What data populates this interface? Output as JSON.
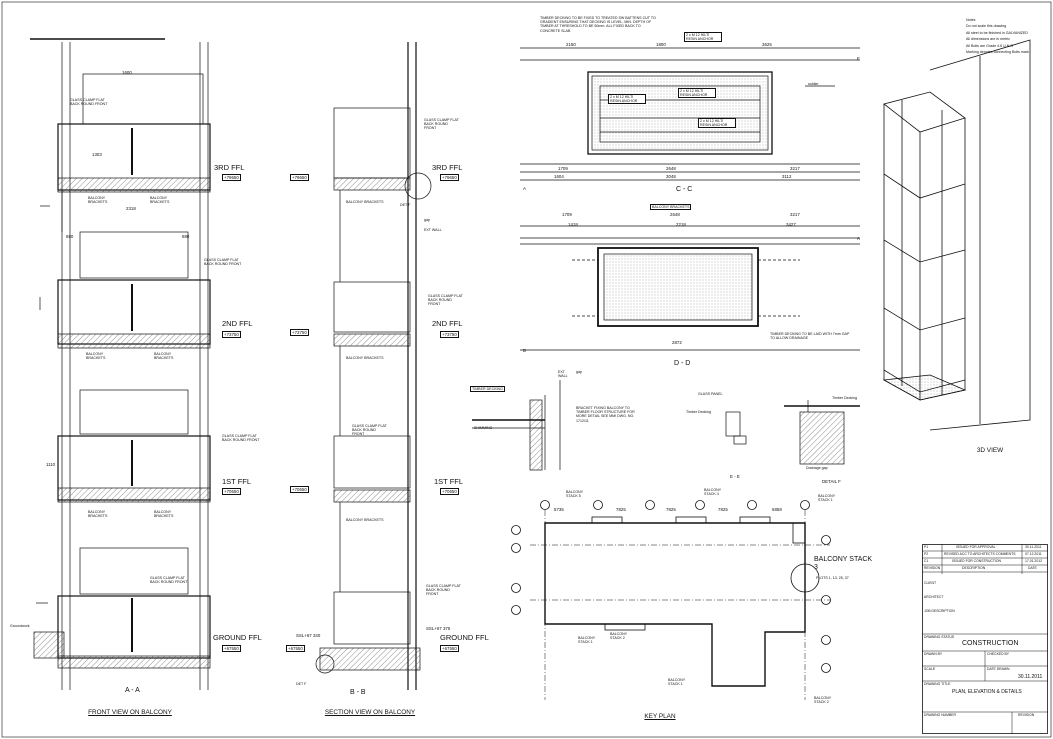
{
  "notes": [
    "Notes",
    "Do not scale this drawing",
    "All steel to be finished in GALVANIZED",
    "All dimensions are in metric",
    "All Bolts are Grade 4.6 U.N.O",
    "Marking denotes connecting Bolts mark"
  ],
  "views": {
    "front": {
      "caption": "FRONT VIEW ON BALCONY",
      "section": "A - A"
    },
    "section": {
      "caption": "SECTION VIEW ON BALCONY",
      "section": "B - B"
    },
    "cc": {
      "section": "C - C"
    },
    "dd": {
      "section": "D - D"
    },
    "ee": {
      "section": "E - E"
    },
    "detail": {
      "label": "DETAIL F"
    },
    "keyplan": {
      "caption": "KEY PLAN"
    },
    "view3d": {
      "caption": "3D VIEW"
    }
  },
  "levels": {
    "third": {
      "label": "3RD FFL",
      "value": "+79650"
    },
    "second": {
      "label": "2ND FFL",
      "value": "+73750"
    },
    "first": {
      "label": "1ST FFL",
      "value": "+70650"
    },
    "ground": {
      "label": "GROUND FFL",
      "value": "+67550"
    }
  },
  "section_levels": {
    "third": "+79650",
    "second": "+73750",
    "first": "+70650",
    "ground": "+67550",
    "ssl_a": "SSL+67 340",
    "ssl_b": "SSL+67 375"
  },
  "callouts": {
    "glass_clamp": "GLASS CLAMP FLAT BACK ROUND FRONT",
    "balcony_brackets": "BALCONY BRACKETS",
    "ext_wall": "EXT WALL",
    "gap": "gap",
    "det_f": "DET F",
    "soldier": "soldier",
    "ground_line": "Groundwork",
    "timber_note": "TIMBER DECKING TO BE FIXED TO TREATED SW BATTENS CUT TO GRADIENT ENSURING THAT DECKING IS LEVEL. MIN. DEPTH OF TIMBER AT THRESHOLD TO BE 50mm. ALL FIXED BACK TO CONCRETE SLAB",
    "anchor_1": "2 x M 12 HILTI RESIN ANCHOR",
    "anchor_2": "2 x M 12 HILTI RESIN ANCHOR",
    "anchor_3": "2 x M 12 HILTI RESIN ANCHOR",
    "anchor_4": "2 x M 12 HILTI RESIN ANCHOR",
    "bal_brackets_dd": "BALCONY BRACKETS",
    "timber_gap": "TIMBER DECKING TO BE LAID WITH 7mm GAP TO ALLOW DRAINAGE",
    "bracket_fixing": "BRACKET FIXING BALCONY TO TIMBER FLOOR STRUCTURE FOR MORE DETAIL SEE MMI DWG. NO. 1712/11",
    "timber_decking": "TIMBER DECKING",
    "glass_panel": "GLASS PANEL",
    "timber_decking_e": "Timber Decking",
    "timber_decking_f": "Timber Decking",
    "drainage_gap": "Drainage gap",
    "shimming": "SHIMMING"
  },
  "dims_cc_top": [
    "2150",
    "1800",
    "3625"
  ],
  "dims_cc_bot_a": [
    "1709",
    "2648",
    "3217"
  ],
  "dims_cc_bot_b": [
    "1604",
    "3048",
    "3112"
  ],
  "dims_dd_top_a": [
    "1709",
    "2648",
    "3217"
  ],
  "dims_dd_top_b": [
    "1418",
    "2218",
    "3427"
  ],
  "dims_dd_bot": [
    "2872"
  ],
  "dims_front": [
    "1600",
    "1303",
    "880",
    "880",
    "2318",
    "1110"
  ],
  "grid_cc": [
    "E",
    "A"
  ],
  "grid_dd": [
    "A",
    "B"
  ],
  "balcony_stacks": [
    {
      "name": "BALCONY STACK 5"
    },
    {
      "name": "BALCONY STACK 4"
    },
    {
      "name": "BALCONY STACK 1"
    },
    {
      "name": "BALCONY STACK 2"
    },
    {
      "name": "BALCONY STACK 1"
    },
    {
      "name": "BALCONY STACK 2"
    }
  ],
  "stack3": {
    "name": "BALCONY STACK 3",
    "plots": "PLOTS 1, 13, 25, 37"
  },
  "keyplan_dims": [
    "5735",
    "7825",
    "7825",
    "7825",
    "6858"
  ],
  "title_block": {
    "revisions": [
      {
        "rev": "P1",
        "desc": "ISSUED FOR APPROVAL",
        "date": "30.11.2011"
      },
      {
        "rev": "P2",
        "desc": "REVISED ACC TO ARCHITECTS COMMENTS",
        "date": "07.12.2011"
      },
      {
        "rev": "C1",
        "desc": "ISSUED FOR CONSTRUCTION",
        "date": "17.01.2012"
      }
    ],
    "rev_header": [
      "REVISION",
      "DESCRIPTION",
      "DATE"
    ],
    "client_label": "CLIENT",
    "architect_label": "ARCHITECT",
    "job_label": "JOB DESCRIPTION",
    "status_label": "DRAWING STATUS",
    "status": "CONSTRUCTION",
    "drawn_label": "DRAWN BY",
    "checked_label": "CHECKED BY",
    "scale_label": "SCALE",
    "date_label": "DATE DRAWN",
    "date": "30.11.2011",
    "title_label": "DRAWING TITLE",
    "title": "PLAN, ELEVATION & DETAILS",
    "number_label": "DRAWING NUMBER",
    "revision_label": "REVISION"
  },
  "colors": {
    "ink": "#111111",
    "hatch": "#555555",
    "paper": "#ffffff"
  }
}
